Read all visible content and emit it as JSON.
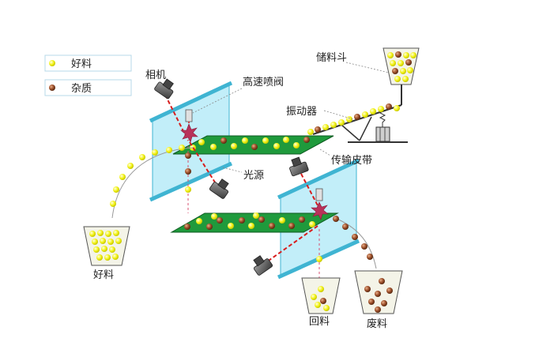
{
  "legend": {
    "good_label": "好料",
    "impurity_label": "杂质"
  },
  "labels": {
    "camera": "相机",
    "high_speed_valve": "高速喷阀",
    "storage_hopper": "储料斗",
    "vibrator": "振动器",
    "conveyor_belt": "传输皮带",
    "light_source": "光源",
    "good_bin": "好料",
    "return_bin": "回料",
    "waste_bin": "废料"
  },
  "colors": {
    "good": "#f2f218",
    "impurity": "#a0522d",
    "belt": "#1f9a3c",
    "panel": "#aee8f7",
    "panel_edge": "#3fb4d2",
    "beam": "#d81e1e",
    "valve": "#e0e0e0"
  }
}
